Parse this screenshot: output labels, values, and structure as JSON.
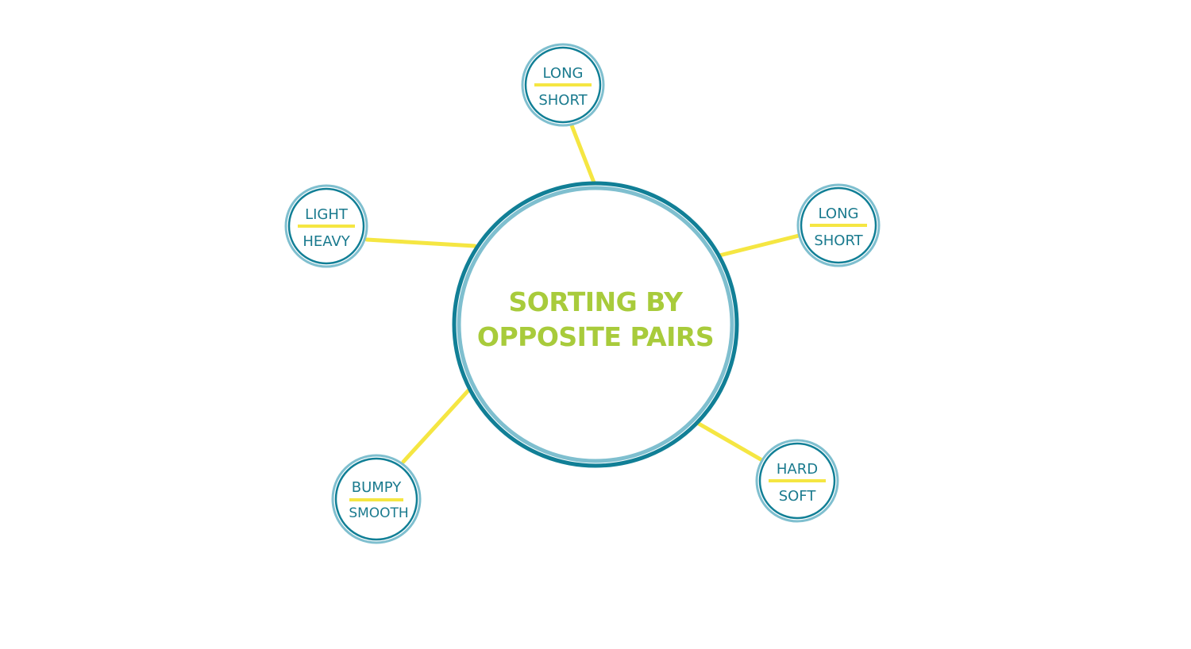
{
  "colors": {
    "background": "#ffffff",
    "ring_dark": "#117f96",
    "ring_light": "#7fbfcf",
    "connector": "#f5e642",
    "title_green": "#a8cb3b",
    "pair_text": "#1a7a8e"
  },
  "center": {
    "title_line1": "SORTING BY",
    "title_line2": "OPPOSITE PAIRS"
  },
  "pairs": [
    {
      "id": "top",
      "top_word": "LONG",
      "bottom_word": "SHORT"
    },
    {
      "id": "left",
      "top_word": "LIGHT",
      "bottom_word": "HEAVY"
    },
    {
      "id": "right",
      "top_word": "LONG",
      "bottom_word": "SHORT"
    },
    {
      "id": "bottom-left",
      "top_word": "BUMPY",
      "bottom_word": "SMOOTH"
    },
    {
      "id": "bottom-right",
      "top_word": "HARD",
      "bottom_word": "SOFT"
    }
  ]
}
